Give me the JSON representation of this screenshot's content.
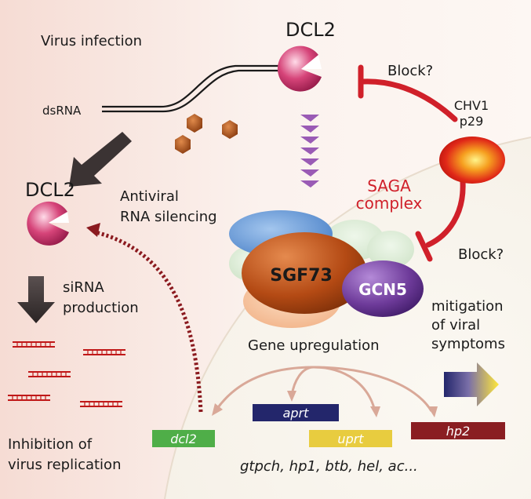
{
  "labels": {
    "virus_infection": "Virus infection",
    "dsrna": "dsRNA",
    "dcl2_top": "DCL2",
    "dcl2_left": "DCL2",
    "block_top": "Block?",
    "block_bottom": "Block?",
    "chv1_line1": "CHV1",
    "chv1_line2": "p29",
    "saga_line1": "SAGA",
    "saga_line2": "complex",
    "antiviral_line1": "Antiviral",
    "antiviral_line2": "RNA silencing",
    "sirna_line1": "siRNA",
    "sirna_line2": "production",
    "sgf73": "SGF73",
    "gcn5": "GCN5",
    "gene_upregulation": "Gene upregulation",
    "mitigation_line1": "mitigation",
    "mitigation_line2": "of viral",
    "mitigation_line3": "symptoms",
    "inhibition_line1": "Inhibition of",
    "inhibition_line2": "virus replication",
    "genes_list": "gtpch, hp1, btb, hel, ac..."
  },
  "genes": {
    "dcl2": "dcl2",
    "aprt": "aprt",
    "uprt": "uprt",
    "hp2": "hp2"
  },
  "colors": {
    "inhibition_red": "#d0202a",
    "dcl2_gene": "#4fae48",
    "aprt_gene": "#23266b",
    "uprt_gene": "#e8cc3f",
    "hp2_gene": "#8a1e22",
    "chevron_purple": "#9a5bb5",
    "sgf73_orange": "#b44a14",
    "gcn5_purple": "#6e3b9a",
    "sirna_red": "#c01818",
    "dotted_arrow": "#8b1a1f"
  }
}
